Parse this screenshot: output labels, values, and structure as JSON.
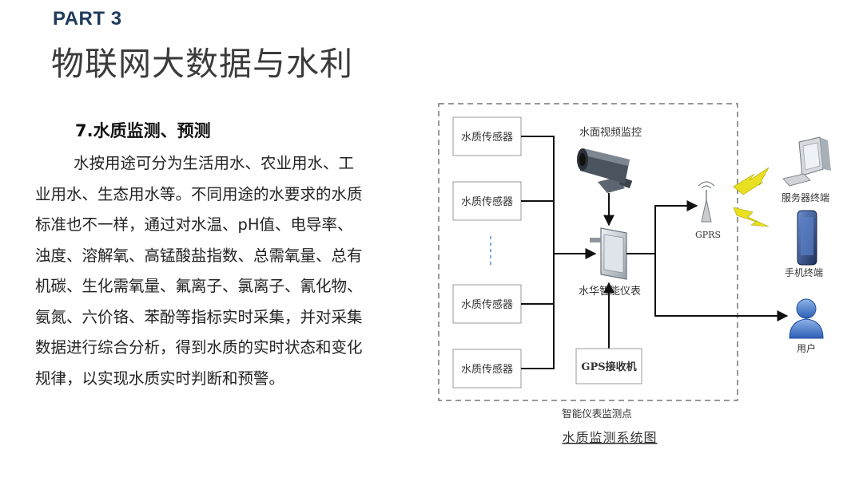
{
  "header": {
    "part": "PART 3",
    "title": "物联网大数据与水利"
  },
  "section": {
    "heading": "7.水质监测、预测",
    "lines": [
      "水按用途可分为生活用水、农业用水、工",
      "业用水、生态用水等。不同用途的水要求的水质",
      "标准也不一样，通过对水温、pH值、电导率、",
      "浊度、溶解氧、高锰酸盐指数、总需氧量、总有",
      "机碳、生化需氧量、氟离子、氯离子、氰化物、",
      "氨氮、六价铬、苯酚等指标实时采集，并对采集",
      "数据进行综合分析，得到水质的实时状态和变化",
      "规律，以实现水质实时判断和预警。"
    ]
  },
  "diagram": {
    "sensors": [
      "水质传感器",
      "水质传感器",
      "水质传感器",
      "水质传感器"
    ],
    "camera": "水面视频监控",
    "instrument": "水华智能仪表",
    "gps": "GPS接收机",
    "gprs": "GPRS",
    "server": "服务器终端",
    "phone": "手机终端",
    "user": "用户",
    "boundary": "智能仪表监测点",
    "caption": "水质监测系统图"
  }
}
